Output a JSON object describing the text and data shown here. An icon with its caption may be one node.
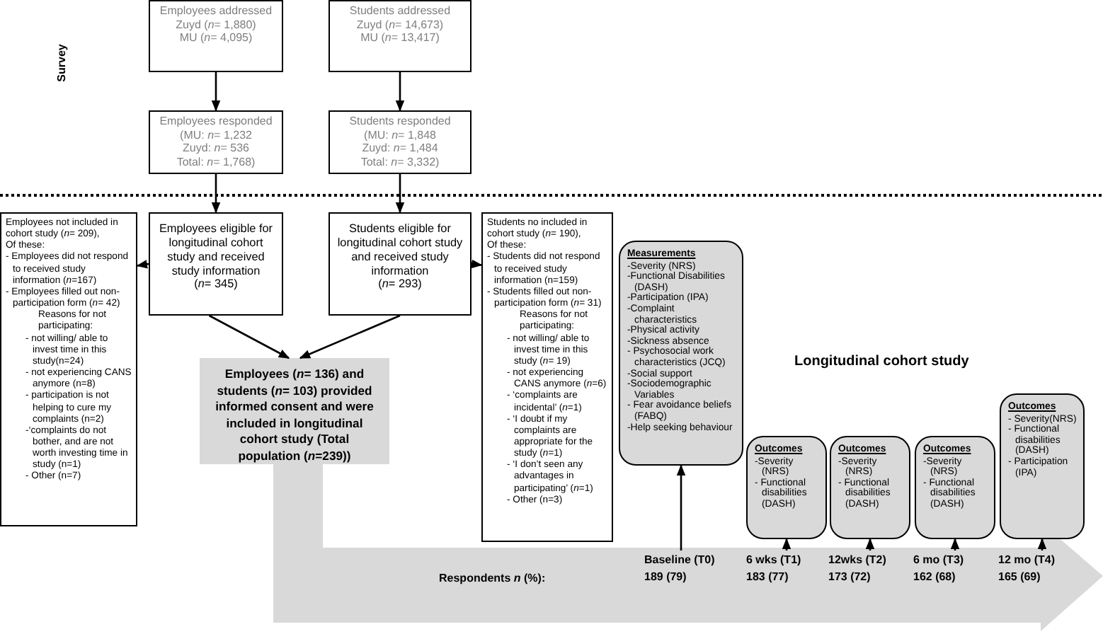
{
  "diagram": {
    "nodes": [
      {
        "text": [
          "Employees addressed",
          "Zuyd (*n*= 1,880)",
          "MU (*n*= 4,095)"
        ]
      },
      {
        "text": [
          "Students addressed",
          "Zuyd (*n*= 14,673)",
          "MU (*n*= 13,417)"
        ]
      },
      {
        "text": [
          "Employees responded",
          "(MU: *n*= 1,232",
          "Zuyd: *n*=   536",
          "Total: *n*= 1,768)"
        ]
      },
      {
        "text": [
          "Students responded",
          "(MU: *n*= 1,848",
          "Zuyd: *n*= 1,484",
          "Total: *n*= 3,332)"
        ]
      },
      {
        "text": [
          "Employees eligible for longitudinal cohort study  and received study information",
          "(*n*= 345)"
        ]
      },
      {
        "text": [
          "Students eligible for longitudinal cohort study and received study information",
          "(*n*= 293)"
        ]
      },
      {
        "text": [
          "Employees not included in cohort study (*n*= 209),",
          "Of these:",
          "- Employees did not respond to received study information (*n*=167)",
          "- Employees filled out non-participation form (*n*= 42)",
          "Reasons for not participating:",
          "- not willing/ able to invest time in this study(n=24)",
          "- not experiencing CANS anymore (n=8)",
          "- participation is not helping to cure my complaints (n=2)",
          "-‘complaints do not bother, and are not worth investing time in study  (n=1)",
          "- Other (n=7)"
        ]
      },
      {
        "text": [
          "Students no included in cohort study (*n*= 190),",
          "Of these:",
          "- Students did not respond to received study information (n=159)",
          "- Students filled out non-participation form (*n*= 31)",
          "Reasons for not participating:",
          "- not willing/ able to invest time in this study (*n*= 19)",
          "- not experiencing CANS anymore (*n*=6)",
          "- ‘complaints are incidental’ (*n*=1)",
          "- ‘I doubt if my complaints are appropriate for the study (*n*=1)",
          "- ‘I don’t seen any advantages in participating’ (*n*=1)",
          "- Other (n=3)"
        ]
      },
      {
        "text": [
          "Employees (*n*= 136) and students (*n*= 103) provided informed consent and were included in longitudinal cohort study (Total population (*n*=239))"
        ]
      },
      {
        "text": [
          "Respondents *n* (%):"
        ]
      },
      {
        "text": [
          "Baseline (T0)",
          "189 (79)"
        ],
        "in": 9
      },
      {
        "text": [
          "6 wks (T1)",
          "183 (77)"
        ],
        "in": 9
      },
      {
        "text": [
          "12wks (T2)",
          "173 (72)"
        ],
        "in": 9
      },
      {
        "text": [
          "6 mo (T3)",
          "162 (68)"
        ],
        "in": 9
      },
      {
        "text": [
          "12 mo (T4)",
          "165 (69)"
        ],
        "in": 9
      },
      {
        "text": [
          "Measurements",
          "-Severity (NRS)",
          "-Functional Disabilities (DASH)",
          "-Participation (IPA)",
          "-Complaint characteristics",
          "-Physical activity",
          "-Sickness absence",
          "- Psychosocial work characteristics (JCQ)",
          "-Social support",
          "-Sociodemographic Variables",
          "- Fear avoidance beliefs (FABQ)",
          "-Help seeking behaviour"
        ]
      },
      {
        "text": [
          "Outcomes",
          "-Severity (NRS)",
          "- Functional disabilities (DASH)"
        ]
      },
      {
        "text": [
          "Outcomes",
          "-Severity (NRS)",
          "- Functional disabilities (DASH)"
        ]
      },
      {
        "text": [
          "Outcomes",
          "-Severity (NRS)",
          "- Functional disabilities (DASH)"
        ]
      },
      {
        "text": [
          "Outcomes",
          "- Severity(NRS)",
          "- Functional disabilities (DASH)",
          "- Participation (IPA)"
        ]
      }
    ],
    "edges": [
      {
        "from": 0,
        "to": 2,
        "arrow": "to"
      },
      {
        "from": 1,
        "to": 3,
        "arrow": "to"
      },
      {
        "from": 2,
        "to": 4,
        "arrow": "to"
      },
      {
        "from": 3,
        "to": 5,
        "arrow": "to"
      },
      {
        "from": 4,
        "to": 6,
        "arrow": "to"
      },
      {
        "from": 5,
        "to": 7,
        "arrow": "to"
      },
      {
        "from": 4,
        "to": 8,
        "arrow": "to"
      },
      {
        "from": 5,
        "to": 8,
        "arrow": "to"
      },
      {
        "from": 10,
        "to": 15,
        "arrow": "to"
      },
      {
        "from": 11,
        "to": 16,
        "arrow": "to"
      },
      {
        "from": 12,
        "to": 17,
        "arrow": "to"
      },
      {
        "from": 13,
        "to": 18,
        "arrow": "to"
      },
      {
        "from": 14,
        "to": 19,
        "arrow": "to"
      }
    ],
    "labels": [
      "Survey",
      "Longitudinal cohort study"
    ]
  }
}
